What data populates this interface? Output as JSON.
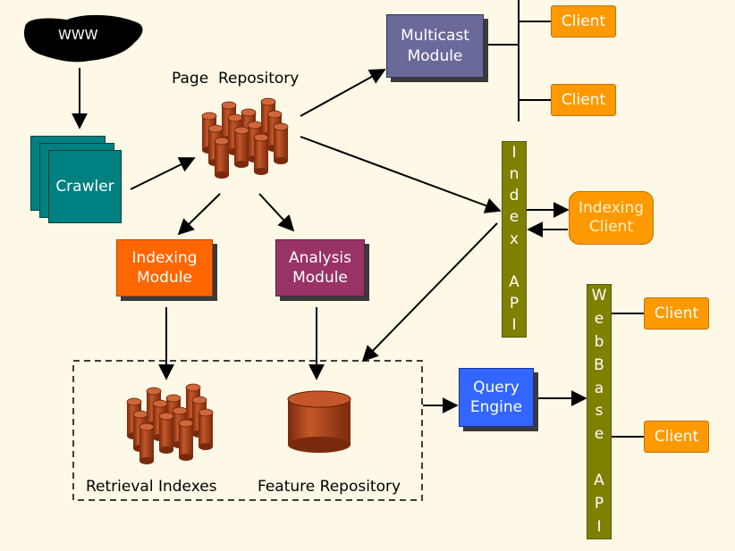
{
  "www": {
    "label": "WWW"
  },
  "crawler": {
    "label": "Crawler"
  },
  "page_repository": {
    "label": "Page  Repository"
  },
  "multicast_module": {
    "label": "Multicast\nModule"
  },
  "indexing_module": {
    "label": "Indexing\nModule"
  },
  "analysis_module": {
    "label": "Analysis\nModule"
  },
  "index_api": {
    "label": "Index API"
  },
  "indexing_client": {
    "label": "Indexing\nClient"
  },
  "query_engine": {
    "label": "Query\nEngine"
  },
  "webbase_api": {
    "label": "WebBase API"
  },
  "retrieval_indexes": {
    "label": "Retrieval Indexes"
  },
  "feature_repository": {
    "label": "Feature Repository"
  },
  "clients": {
    "multicast_top": "Client",
    "multicast_bottom": "Client",
    "webbase_top": "Client",
    "webbase_bottom": "Client"
  },
  "colors": {
    "background": "#fef8e6",
    "crawler": "#008080",
    "multicast": "#6a6a9a",
    "indexing": "#ff6600",
    "analysis": "#993366",
    "query": "#3366ff",
    "api_bar": "#808000",
    "client": "#ff9900",
    "repository": "#b34a1f"
  }
}
